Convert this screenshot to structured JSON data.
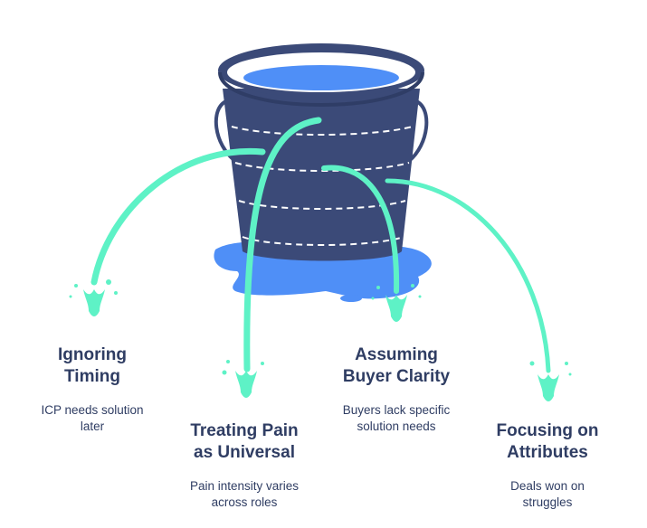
{
  "colors": {
    "bucket": "#3b4a78",
    "bucket_dark": "#2f3d66",
    "water": "#4f8ff7",
    "stream": "#5ef2c6",
    "text": "#2f3d63"
  },
  "icons": {
    "bucket": "bucket-icon",
    "puddle": "water-puddle-icon",
    "splash": "splash-icon"
  },
  "items": [
    {
      "title_line1": "Ignoring",
      "title_line2": "Timing",
      "desc_line1": "ICP needs solution",
      "desc_line2": "later"
    },
    {
      "title_line1": "Treating Pain",
      "title_line2": "as Universal",
      "desc_line1": "Pain intensity varies",
      "desc_line2": "across roles"
    },
    {
      "title_line1": "Assuming",
      "title_line2": "Buyer Clarity",
      "desc_line1": "Buyers lack specific",
      "desc_line2": "solution needs"
    },
    {
      "title_line1": "Focusing on",
      "title_line2": "Attributes",
      "desc_line1": "Deals won on",
      "desc_line2": "struggles"
    }
  ]
}
